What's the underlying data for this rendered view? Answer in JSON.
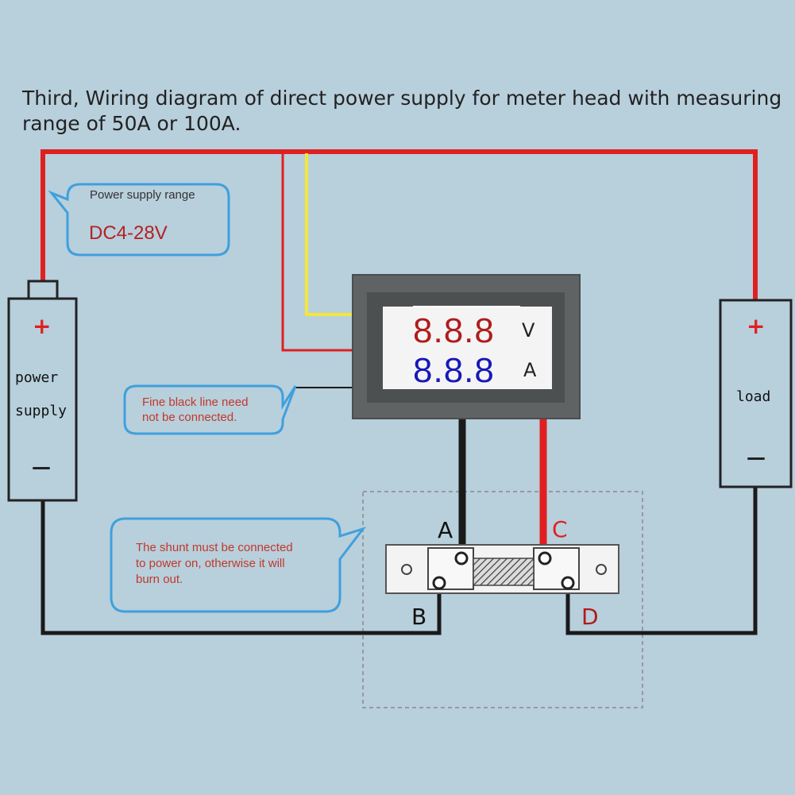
{
  "title": "Third, Wiring diagram of direct power supply for meter head with measuring range of 50A or 100A.",
  "bubbles": {
    "power_range_label": "Power supply range",
    "power_range_value": "DC4-28V",
    "black_line_line1": "Fine black line need",
    "black_line_line2": "not be connected.",
    "shunt_line1": "The shunt must be connected",
    "shunt_line2": "to power on, otherwise it will",
    "shunt_line3": "burn out."
  },
  "power_supply": {
    "plus": "+",
    "minus": "—",
    "label_line1": "power",
    "label_line2": "supply"
  },
  "load": {
    "plus": "+",
    "minus": "—",
    "label": "load"
  },
  "meter": {
    "voltage_digits": "8.8.8",
    "voltage_unit": "V",
    "current_digits": "8.8.8",
    "current_unit": "A"
  },
  "terminals": {
    "a": "A",
    "b": "B",
    "c": "C",
    "d": "D"
  },
  "colors": {
    "background": "#b8cfdc",
    "red_wire": "#e02020",
    "yellow_wire": "#f5e63c",
    "black_wire": "#1a1a1a",
    "bubble_border": "#3fa0dc",
    "voltage_digits": "#b01c1c",
    "current_digits": "#1818b8"
  }
}
